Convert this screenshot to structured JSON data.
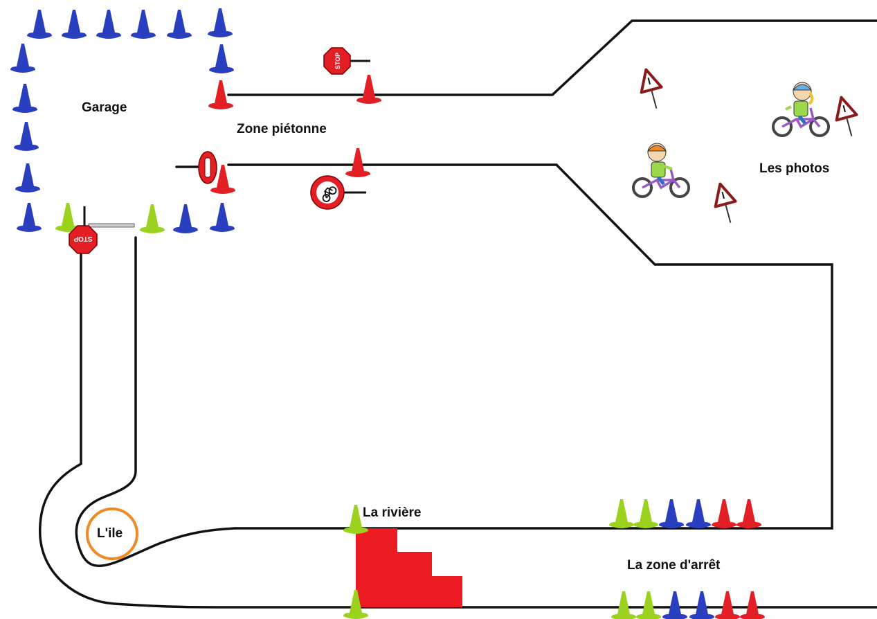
{
  "labels": {
    "garage": "Garage",
    "pedestrian_zone": "Zone piétonne",
    "photos": "Les photos",
    "island": "L'ile",
    "river": "La rivière",
    "stop_zone": "La zone d'arrêt"
  },
  "signs": {
    "stop_text": "STOP"
  },
  "colors": {
    "cone_blue": "#2a3fc0",
    "cone_red": "#e31e24",
    "cone_green": "#9bd21d",
    "track": "#111111",
    "island_ring": "#f08a24",
    "river": "#ed1c24",
    "warning_sign_border": "#8b1a1a"
  },
  "icons": [
    "cone-icon",
    "stop-sign-icon",
    "no-entry-sign-icon",
    "no-bicycles-sign-icon",
    "warning-sign-icon",
    "child-cyclist-icon"
  ]
}
